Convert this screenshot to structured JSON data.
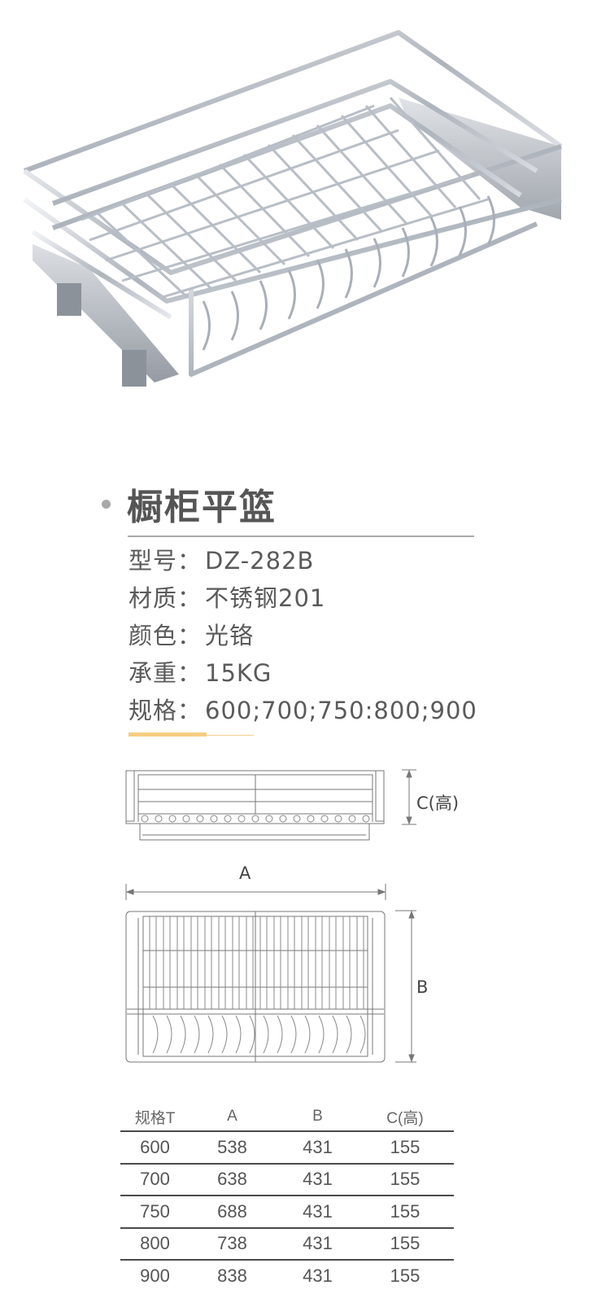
{
  "product": {
    "title": "橱柜平篮",
    "photo_alt": "chrome pull-out cabinet basket with plate rack"
  },
  "specs": [
    {
      "label": "型号：",
      "value": "DZ-282B"
    },
    {
      "label": "材质：",
      "value": "不锈钢201"
    },
    {
      "label": "颜色：",
      "value": "光铬"
    },
    {
      "label": "承重：",
      "value": "15KG"
    },
    {
      "label": "规格：",
      "value": "600;700;750:800;900"
    }
  ],
  "drawings": {
    "side_view": {
      "dim_label": "C(高)"
    },
    "top_view": {
      "width_label": "A",
      "depth_label": "B"
    }
  },
  "table": {
    "headers": [
      "规格T",
      "A",
      "B",
      "C(高)"
    ],
    "rows": [
      [
        "600",
        "538",
        "431",
        "155"
      ],
      [
        "700",
        "638",
        "431",
        "155"
      ],
      [
        "750",
        "688",
        "431",
        "155"
      ],
      [
        "800",
        "738",
        "431",
        "155"
      ],
      [
        "900",
        "838",
        "431",
        "155"
      ]
    ]
  },
  "colors": {
    "text": "#555555",
    "rule": "#a9a9a9",
    "accent_gold": "#f6cd81",
    "table_rule": "#4a4a4a"
  }
}
